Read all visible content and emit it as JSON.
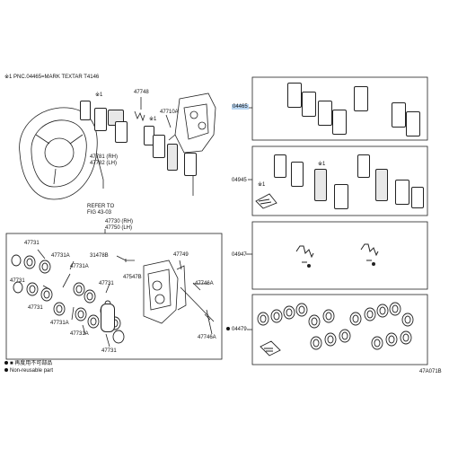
{
  "header_note": "※1 PNC.04465=MARK TEXTAR T4146",
  "labels": {
    "p47748": "47748",
    "p47710a": "47710A",
    "p47781": "47781 (RH)",
    "p47782": "47782 (LH)",
    "refer1": "REFER TO",
    "refer2": "FIG 43-03",
    "p47730": "47730 (RH)",
    "p47750": "47750 (LH)",
    "p04465": "04465",
    "p04945": "04945",
    "p04947": "04947",
    "p04479": "04479",
    "p47731_a": "47731",
    "p47731a_1": "47731A",
    "p47731a_2": "47731A",
    "p47731a_3": "47731A",
    "p47731_b": "47731",
    "p47731_c": "47731",
    "p47731_d": "47731",
    "p31478b": "31478B",
    "p47547b": "47547B",
    "p47749": "47749",
    "p47746a_1": "47746A",
    "p47746a_2": "47746A",
    "star1_a": "※1",
    "star1_b": "※1",
    "star1_c": "※1",
    "star1_d": "※1"
  },
  "legend": {
    "line1": "■ 再度用不可部品",
    "line2": "Non-reusable part"
  },
  "figure_code": "47A071B"
}
